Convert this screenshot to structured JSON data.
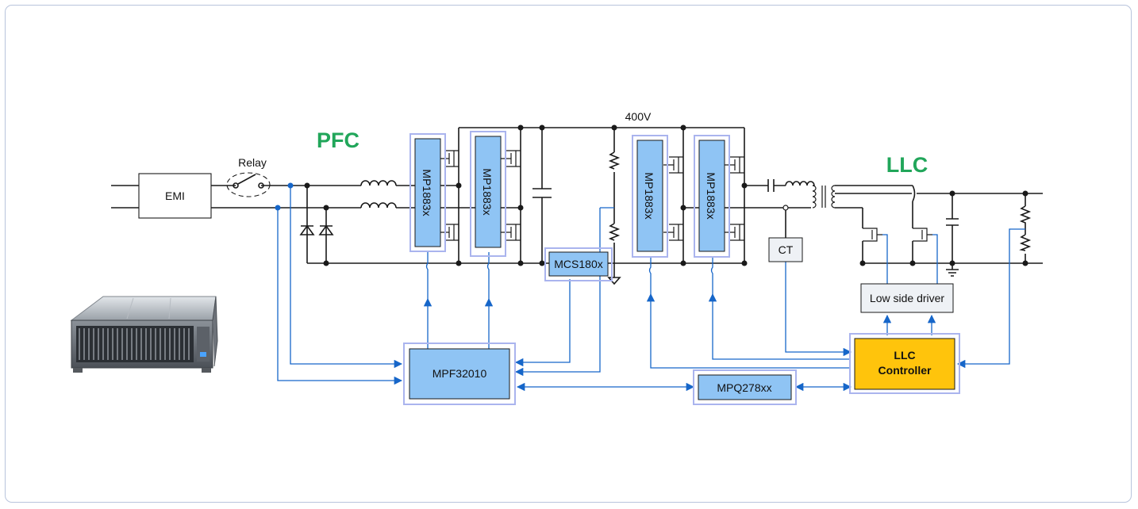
{
  "labels": {
    "emi": "EMI",
    "relay": "Relay",
    "pfc": "PFC",
    "llc": "LLC",
    "bus_voltage": "400V",
    "pfc_fet_driver_1": "MP1883x",
    "pfc_fet_driver_2": "MP1883x",
    "llc_fet_driver_1": "MP1883x",
    "llc_fet_driver_2": "MP1883x",
    "current_sense": "MCS180x",
    "pfc_controller": "MPF32010",
    "isolator": "MPQ278xx",
    "ct": "CT",
    "low_side_driver": "Low side driver",
    "llc_controller_line1": "LLC",
    "llc_controller_line2": "Controller"
  },
  "colors": {
    "chip_fill": "#8fc4f4",
    "chip_halo": "#aab4ee",
    "signal_line": "#1666c9",
    "controller_fill": "#ffc40c",
    "section_label": "#21a65a",
    "power_line": "#1a1a1a"
  },
  "icons": {
    "server": "rack-server-icon",
    "ground": "ground-icon"
  }
}
